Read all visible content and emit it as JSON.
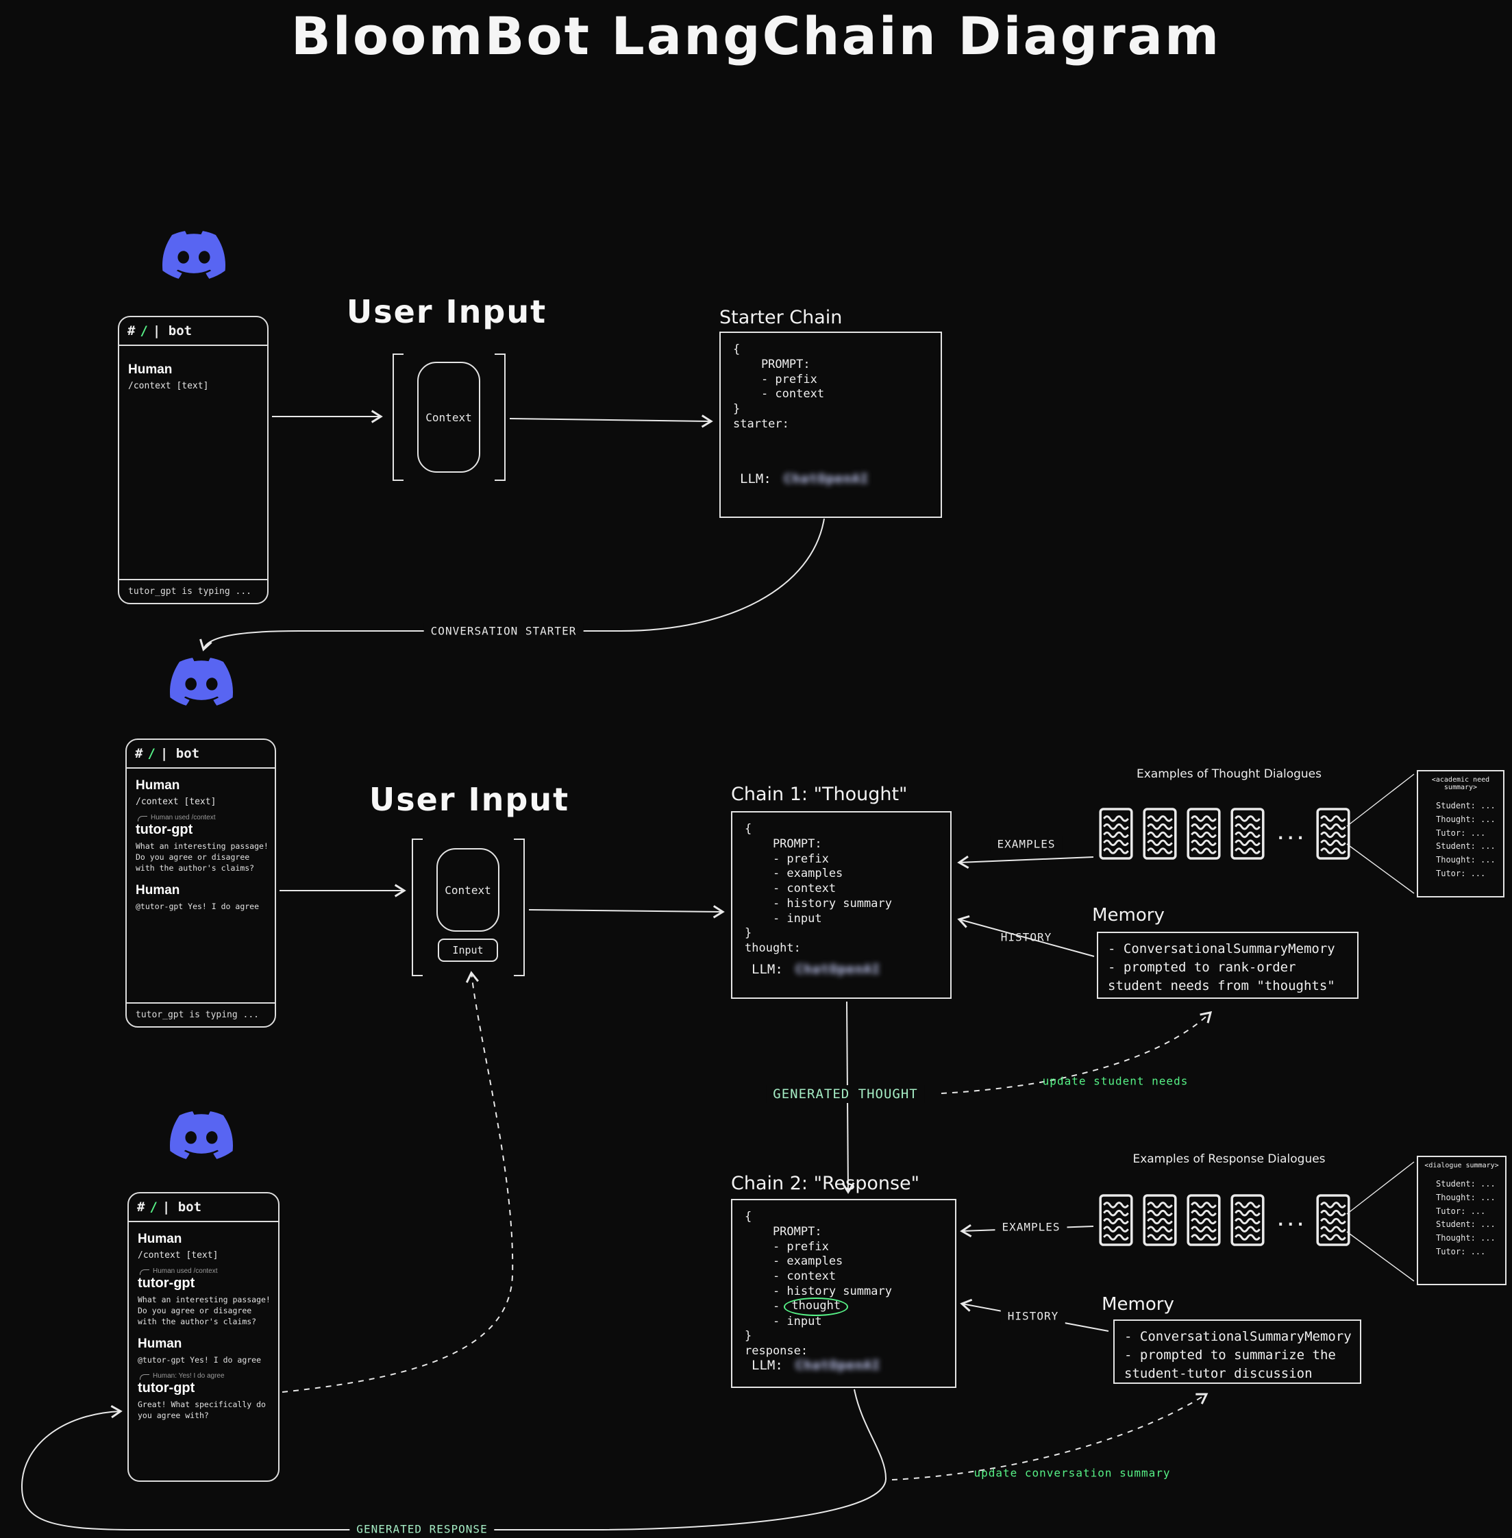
{
  "title": "BloomBot LangChain Diagram",
  "colors": {
    "background": "#0b0b0b",
    "stroke": "#e9e9e9",
    "discord_blurple": "#5865F2",
    "green": "#57F287",
    "pale_green": "#a5ecc4"
  },
  "user_input_label": "User Input",
  "context_label": "Context",
  "input_label": "Input",
  "flow": {
    "conversation_starter": "CONVERSATION STARTER",
    "examples": "EXAMPLES",
    "history": "HISTORY",
    "generated_thought": "GENERATED THOUGHT",
    "generated_response": "GENERATED RESPONSE",
    "update_student_needs": "update student needs",
    "update_conversation_summary": "update conversation summary"
  },
  "chains": {
    "starter": {
      "title": "Starter Chain",
      "body": "{\n    PROMPT:\n    - prefix\n    - context\n}\nstarter:",
      "llm_label": "LLM:",
      "llm_value": "ChatOpenAI"
    },
    "thought": {
      "title": "Chain 1: \"Thought\"",
      "body": "{\n    PROMPT:\n    - prefix\n    - examples\n    - context\n    - history summary\n    - input\n}\nthought:",
      "llm_label": "LLM:",
      "llm_value": "ChatOpenAI"
    },
    "response": {
      "title": "Chain 2: \"Response\"",
      "body_top": "{\n    PROMPT:\n    - prefix\n    - examples\n    - context\n    - history summary",
      "thought_prefix": "    - ",
      "thought_word": "thought",
      "body_bottom": "    - input\n}\nresponse:",
      "llm_label": "LLM:",
      "llm_value": "ChatOpenAI"
    }
  },
  "examples": {
    "thought_label": "Examples of Thought Dialogues",
    "response_label": "Examples of Response Dialogues",
    "ellipsis": "...",
    "panel_thought": {
      "header": "<academic need summary>",
      "body": "Student: ...\nThought: ...\nTutor: ...\nStudent: ...\nThought: ...\nTutor: ..."
    },
    "panel_response": {
      "header": "<dialogue summary>",
      "body": "Student: ...\nThought: ...\nTutor: ...\nStudent: ...\nThought: ...\nTutor: ..."
    }
  },
  "memory": {
    "label": "Memory",
    "thought_body": "- ConversationalSummaryMemory\n- prompted to rank-order\nstudent needs from \"thoughts\"",
    "response_body": "- ConversationalSummaryMemory\n- prompted to summarize the\nstudent-tutor discussion"
  },
  "phones": {
    "p1": {
      "hash": "#",
      "slash": "/",
      "channel": "| bot",
      "human": "Human",
      "command": "/context [text]",
      "typing": "tutor_gpt is typing ..."
    },
    "p2": {
      "hash": "#",
      "slash": "/",
      "channel": "| bot",
      "human1": "Human",
      "command": "/context [text]",
      "ref1": "Human used /context",
      "bot1": "tutor-gpt",
      "bot1_text": "What an interesting passage!\nDo you agree or disagree\nwith the author's claims?",
      "human2": "Human",
      "human2_text": "@tutor-gpt Yes! I do agree",
      "typing": "tutor_gpt is typing ..."
    },
    "p3": {
      "hash": "#",
      "slash": "/",
      "channel": "| bot",
      "human1": "Human",
      "command": "/context [text]",
      "ref1": "Human used /context",
      "bot1": "tutor-gpt",
      "bot1_text": "What an interesting passage!\nDo you agree or disagree\nwith the author's claims?",
      "human2": "Human",
      "human2_text": "@tutor-gpt Yes! I do agree",
      "ref2": "Human: Yes! I do agree",
      "bot2": "tutor-gpt",
      "bot2_text": "Great! What specifically do\nyou agree with?"
    }
  }
}
